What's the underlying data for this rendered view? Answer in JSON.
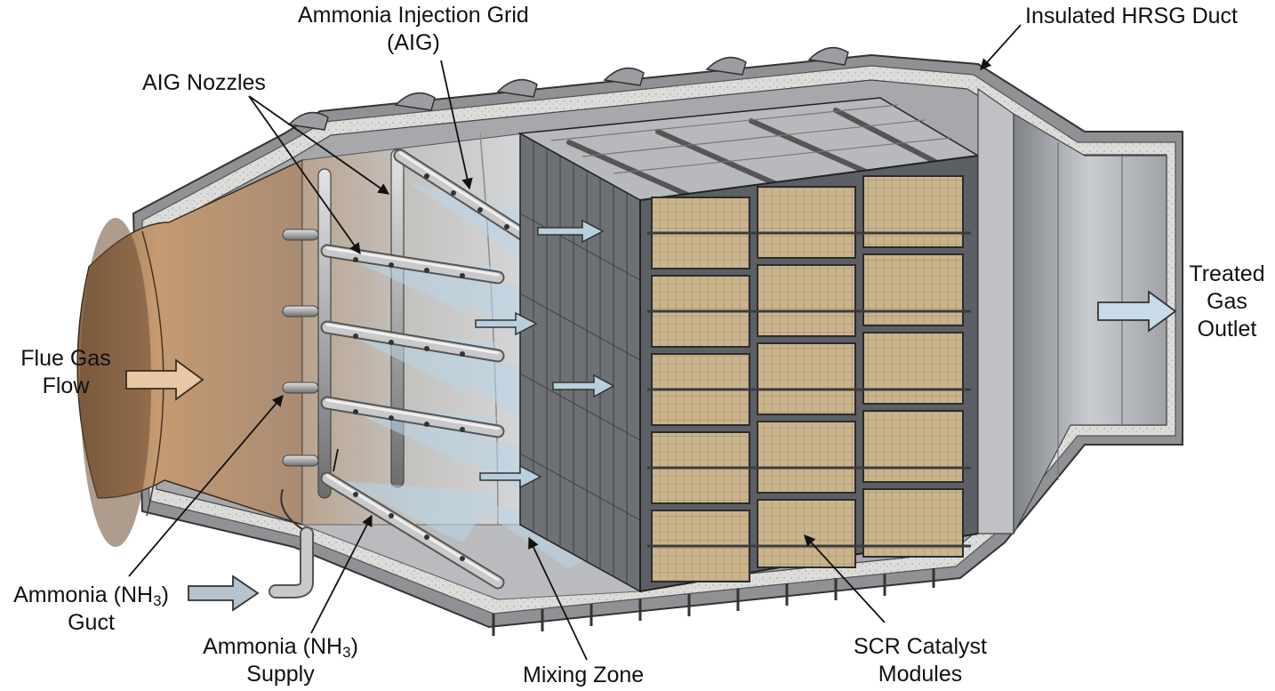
{
  "labels": {
    "ammonia_injection_grid": {
      "line1": "Ammonia Injection Grid",
      "line2": "(AIG)"
    },
    "insulated_hrsg_duct": "Insulated HRSG Duct",
    "aig_nozzles": "AIG Nozzles",
    "treated_gas_outlet": {
      "line1": "Treated",
      "line2": "Gas",
      "line3": "Outlet"
    },
    "flue_gas_flow": {
      "line1": "Flue Gas",
      "line2": "Flow"
    },
    "ammonia_guct": {
      "prefix": "Ammonia (NH",
      "sub": "3",
      "suffix": ")",
      "line2": "Guct"
    },
    "ammonia_supply": {
      "prefix": "Ammonia (NH",
      "sub": "3",
      "suffix": ")",
      "line2": "Supply"
    },
    "mixing_zone": "Mixing Zone",
    "scr_catalyst_modules": {
      "line1": "SCR Catalyst",
      "line2": "Modules"
    }
  },
  "colors": {
    "duct_steel": "#9a9b9d",
    "insulation": "#d8d8d6",
    "flue_gas_interior": "#b08c6a",
    "catalyst_block": "#c9b48e",
    "frame_steel": "#6f7276",
    "spray": "#b9d6ea",
    "flow_arrow": "#b8cfdd",
    "inlet_arrow": "#e8c7a6"
  }
}
